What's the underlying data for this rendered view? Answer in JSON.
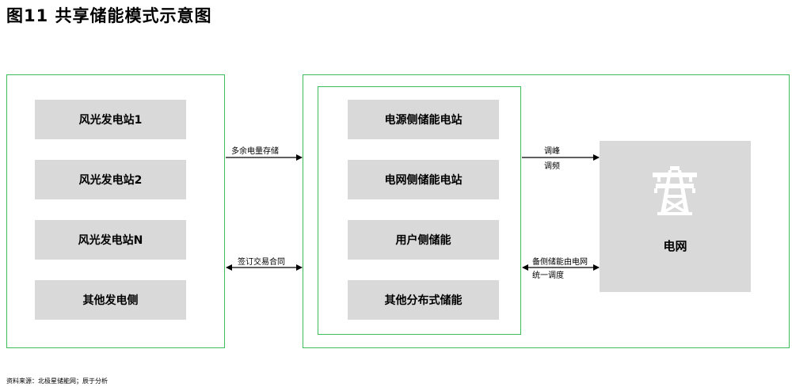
{
  "title": "图11 共享储能模式示意图",
  "generators": [
    "风光发电站1",
    "风光发电站2",
    "风光发电站N",
    "其他发电侧"
  ],
  "storage": [
    "电源侧储能电站",
    "电网侧储能电站",
    "用户侧储能",
    "其他分布式储能"
  ],
  "grid": {
    "label": "电网",
    "icon": "power-tower-icon"
  },
  "arrows": {
    "surplus": "多余电量存储",
    "contract": "签订交易合同",
    "regulate_1": "调峰",
    "regulate_2": "调频",
    "dispatch_1": "备侧储能由电网",
    "dispatch_2": "统一调度"
  },
  "source": "资料来源：北极星储能网；辰于分析",
  "colors": {
    "frame": "#3cbf5a",
    "box": "#d9d9d9",
    "icon": "#ffffff"
  }
}
